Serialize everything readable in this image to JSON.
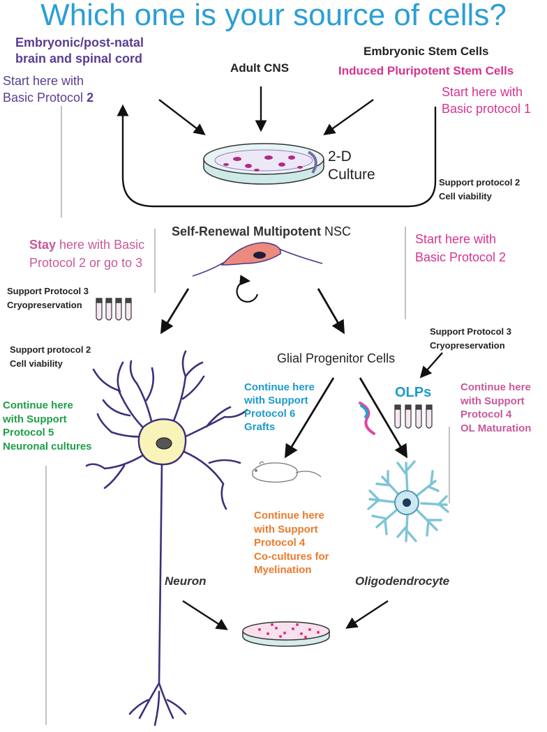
{
  "title": "Which one is your source of cells?",
  "sources": {
    "embryonic_brain": {
      "line1": "Embryonic/post-natal",
      "line2": "brain and spinal cord",
      "start1": "Start here with",
      "start2a": "Basic Protocol ",
      "start2b": "2"
    },
    "adult_cns": "Adult CNS",
    "esc": {
      "line1": "Embryonic Stem Cells",
      "line2": "Induced Pluripotent Stem Cells",
      "start1": "Start  here with",
      "start2": "Basic protocol 1"
    }
  },
  "culture_2d": {
    "line1": "2-D",
    "line2": "Culture"
  },
  "support2_top": {
    "line1": "Support protocol 2",
    "line2": "Cell viability"
  },
  "nsc": {
    "a": "Self-Renewal Multipotent",
    "b": " NSC"
  },
  "stay": {
    "a": "Stay",
    "b": " here with Basic",
    "line2": "Protocol 2 or go to 3"
  },
  "start_right": {
    "line1": "Start here with",
    "line2": "Basic Protocol 2"
  },
  "support3_left": {
    "line1": "Support Protocol 3",
    "line2": "Cryopreservation"
  },
  "support2_left": {
    "line1": "Support protocol 2",
    "line2": "Cell viability"
  },
  "glial": "Glial Progenitor Cells",
  "support3_right": {
    "line1": "Support Protocol 3",
    "line2": "Cryopreservation"
  },
  "olps": "OLPs",
  "sp6": [
    "Continue here",
    "with Support",
    "Protocol 6",
    "Grafts"
  ],
  "sp5": [
    "Continue here",
    "with Support",
    "Protocol 5",
    "Neuronal cultures"
  ],
  "sp4_right": [
    "Continue here",
    "with Support",
    "Protocol 4",
    "OL Maturation"
  ],
  "sp4_mid": [
    "Continue here",
    "with Support",
    "Protocol 4",
    "Co-cultures for",
    "Myelination"
  ],
  "neuron": "Neuron",
  "oligo": "Oligodendrocyte",
  "colors": {
    "title": "#2a9fd6",
    "purple": "#5a3d92",
    "magenta": "#d6338f",
    "pink": "#c8589a",
    "green": "#1e9e47",
    "blue": "#1d9bc9",
    "orange": "#ec7a2a",
    "dark": "#222222",
    "neuron_outline": "#3d2f7a",
    "soma_fill": "#f8f3b8",
    "oligo": "#7fc4d6"
  }
}
